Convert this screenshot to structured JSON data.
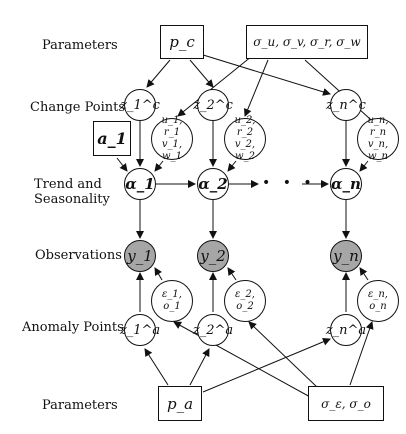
{
  "row_labels": {
    "params_top": "Parameters",
    "change_points": "Change Points",
    "trend_line1": "Trend and",
    "trend_line2": "Seasonality",
    "observations": "Observations",
    "anomaly_points": "Anomaly Points",
    "params_bottom": "Parameters"
  },
  "boxes": {
    "p_c": "p_c",
    "sigma_top": "σ_u, σ_v, σ_r, σ_w",
    "a_1": "a_1",
    "p_a": "p_a",
    "sigma_bottom": "σ_ε, σ_o"
  },
  "nodes": {
    "z1c": "z_1^c",
    "z2c": "z_2^c",
    "znc": "z_n^c",
    "uv1_line1": "u_1, r_1",
    "uv1_line2": "v_1, w_1",
    "uv2_line1": "u_2, r_2",
    "uv2_line2": "v_2, w_2",
    "uvn_line1": "u_n, r_n",
    "uvn_line2": "v_n, w_n",
    "alpha1": "α_1",
    "alpha2": "α_2",
    "alphan": "α_n",
    "y1": "y_1",
    "y2": "y_2",
    "yn": "y_n",
    "eo1": "ε_1, o_1",
    "eo2": "ε_2, o_2",
    "eon": "ε_n, o_n",
    "z1a": "z_1^a",
    "z2a": "z_2^a",
    "zna": "z_n^a"
  },
  "ellipsis": "• • •"
}
